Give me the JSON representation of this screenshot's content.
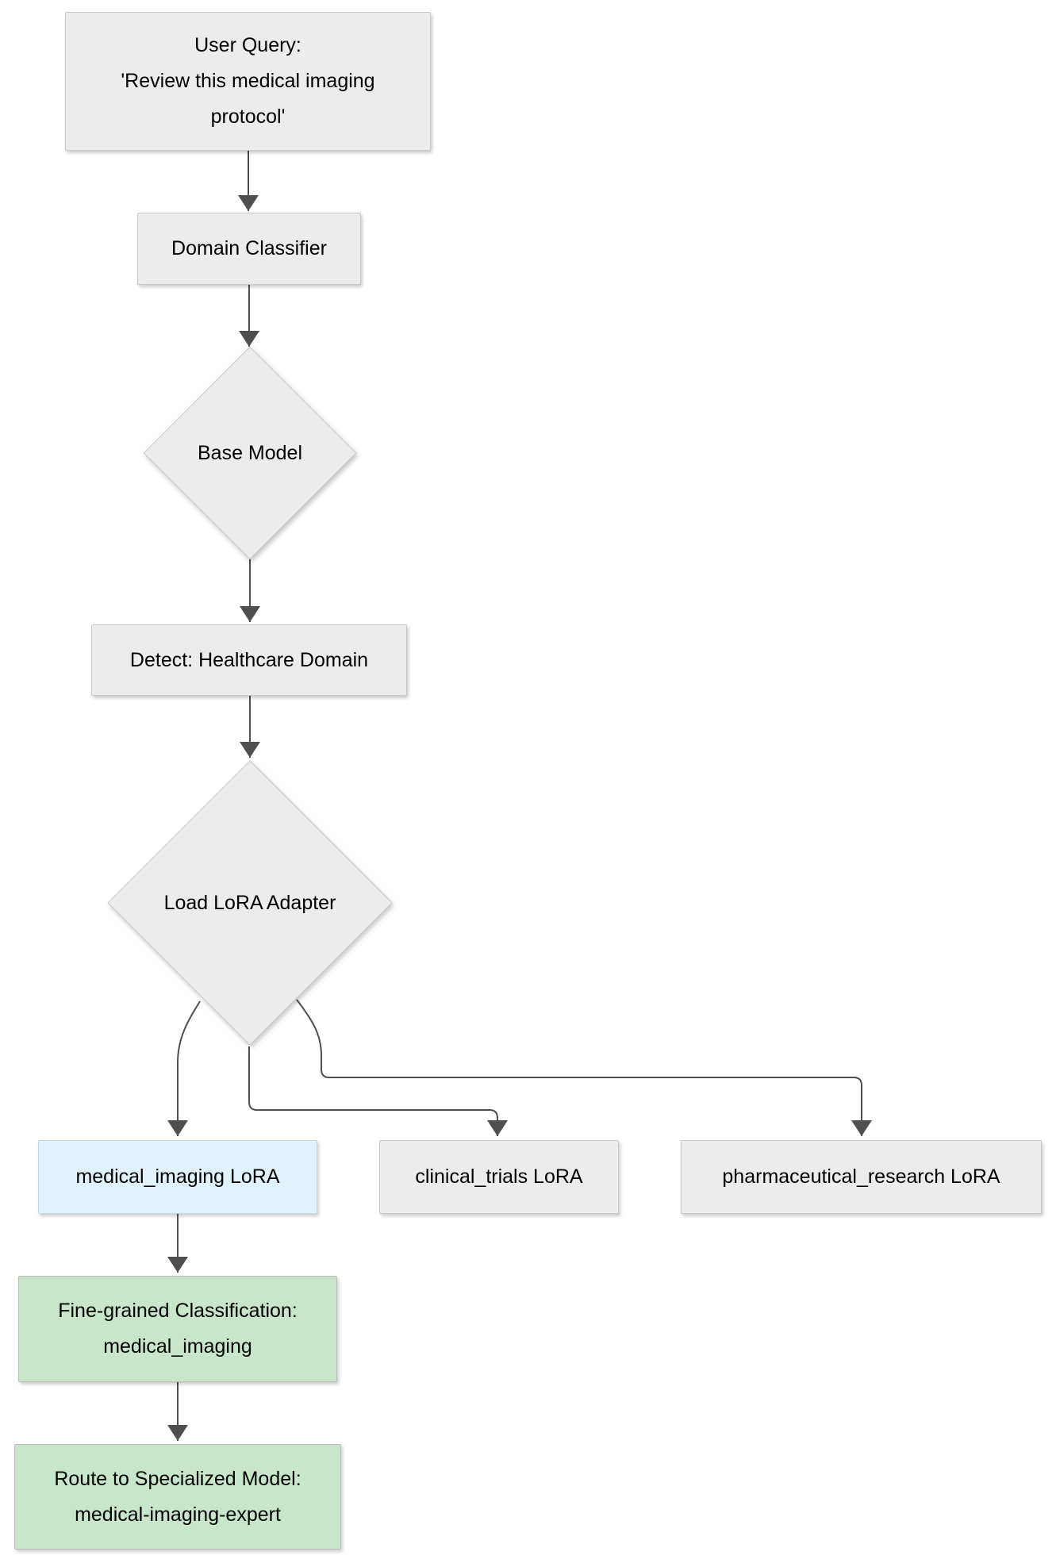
{
  "nodes": {
    "user_query": {
      "lines": [
        "User Query:",
        "'Review this medical imaging",
        "protocol'"
      ]
    },
    "domain_classifier": {
      "label": "Domain Classifier"
    },
    "base_model": {
      "label": "Base Model"
    },
    "detect_domain": {
      "label": "Detect: Healthcare Domain"
    },
    "load_lora_adapter": {
      "label": "Load LoRA Adapter"
    },
    "medical_imaging_lora": {
      "label": "medical_imaging LoRA"
    },
    "clinical_trials_lora": {
      "label": "clinical_trials LoRA"
    },
    "pharmaceutical_research_lora": {
      "label": "pharmaceutical_research LoRA"
    },
    "fine_grained_classification": {
      "lines": [
        "Fine-grained Classification:",
        "medical_imaging"
      ]
    },
    "route_specialized": {
      "lines": [
        "Route to Specialized Model:",
        "medical-imaging-expert"
      ]
    }
  },
  "colors": {
    "background": "#ffffff",
    "text": "#000000",
    "edge": "#4f4f4f",
    "node_default_fill": "#ececec",
    "node_default_border": "#c8c8c8",
    "node_highlight_fill": "#e0f3fd",
    "node_highlight_border": "#c2d8e4",
    "node_success_fill": "#c8e6c9",
    "node_success_border": "#bdbdbd"
  }
}
